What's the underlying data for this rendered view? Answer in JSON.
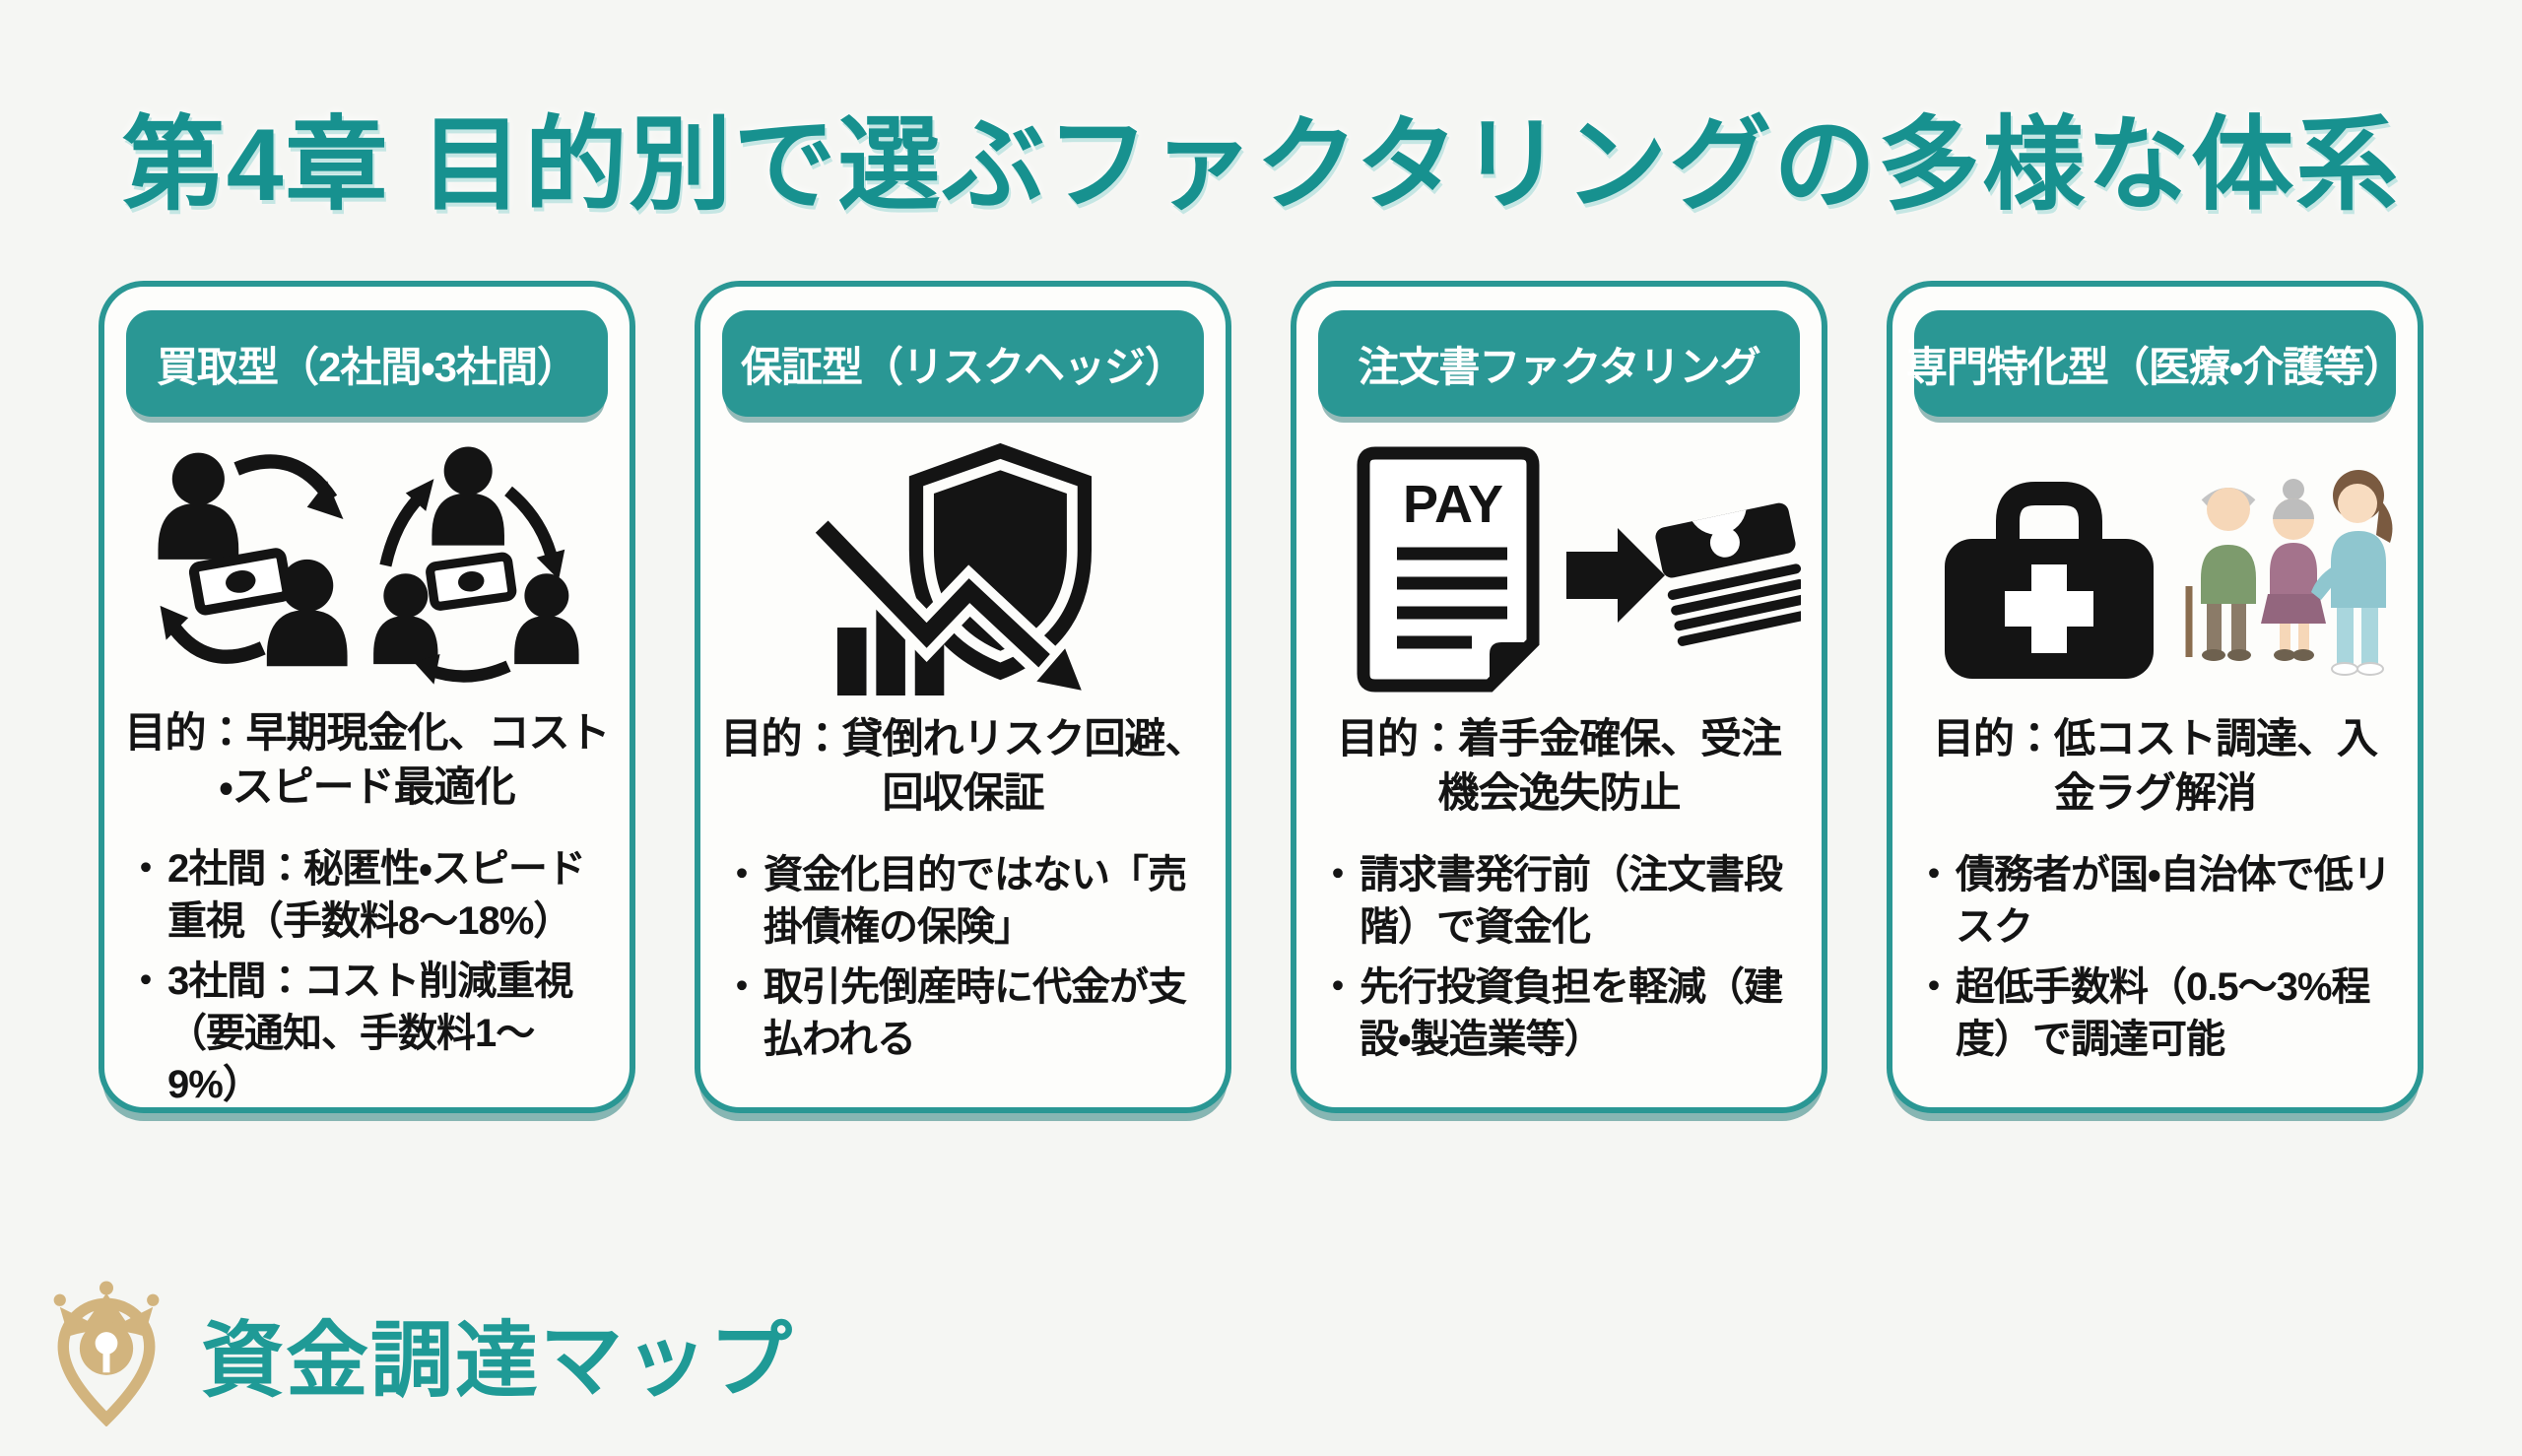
{
  "title": "第4章 目的別で選ぶファクタリングの多様な体系",
  "colors": {
    "teal": "#2a9794",
    "teal_dark": "#176a68",
    "title_teal": "#17918f",
    "gold": "#d2b47e",
    "background": "#f5f6f3",
    "text": "#141414"
  },
  "cards": [
    {
      "header": "買取型（2社間・3社間）",
      "icon": "people-money-exchange-icon",
      "purpose_lines": [
        "目的：早期現金化、コスト",
        "・スピード最適化"
      ],
      "bullet_marker": "・",
      "bullets": [
        "2社間：秘匿性・スピード重視（手数料8〜18%）",
        "3社間：コスト削減重視（要通知、手数料1〜9%）"
      ]
    },
    {
      "header": "保証型（リスクヘッジ）",
      "icon": "shield-risk-decline-icon",
      "purpose_lines": [
        "目的：貸倒れリスク回避、",
        "回収保証"
      ],
      "bullet_marker": "・",
      "bullets": [
        "資金化目的ではない「売掛債権の保険」",
        "取引先倒産時に代金が支払われる"
      ]
    },
    {
      "header": "注文書ファクタリング",
      "icon": "pay-document-to-cash-icon",
      "purpose_lines": [
        "目的：着手金確保、受注",
        "機会逸失防止"
      ],
      "bullet_marker": "・",
      "bullets": [
        "請求書発行前（注文書段階）で資金化",
        "先行投資負担を軽減（建設・製造業等）"
      ]
    },
    {
      "header": "専門特化型（医療・介護等）",
      "icon": "medical-care-icon",
      "purpose_lines": [
        "目的：低コスト調達、入",
        "金ラグ解消"
      ],
      "bullet_marker": "・",
      "bullets": [
        "債務者が国・自治体で低リスク",
        "超低手数料（0.5〜3%程度）で調達可能"
      ]
    }
  ],
  "footer": {
    "logo_text": "資金調達マップ",
    "logo_icon": "crown-location-pin-logo"
  }
}
